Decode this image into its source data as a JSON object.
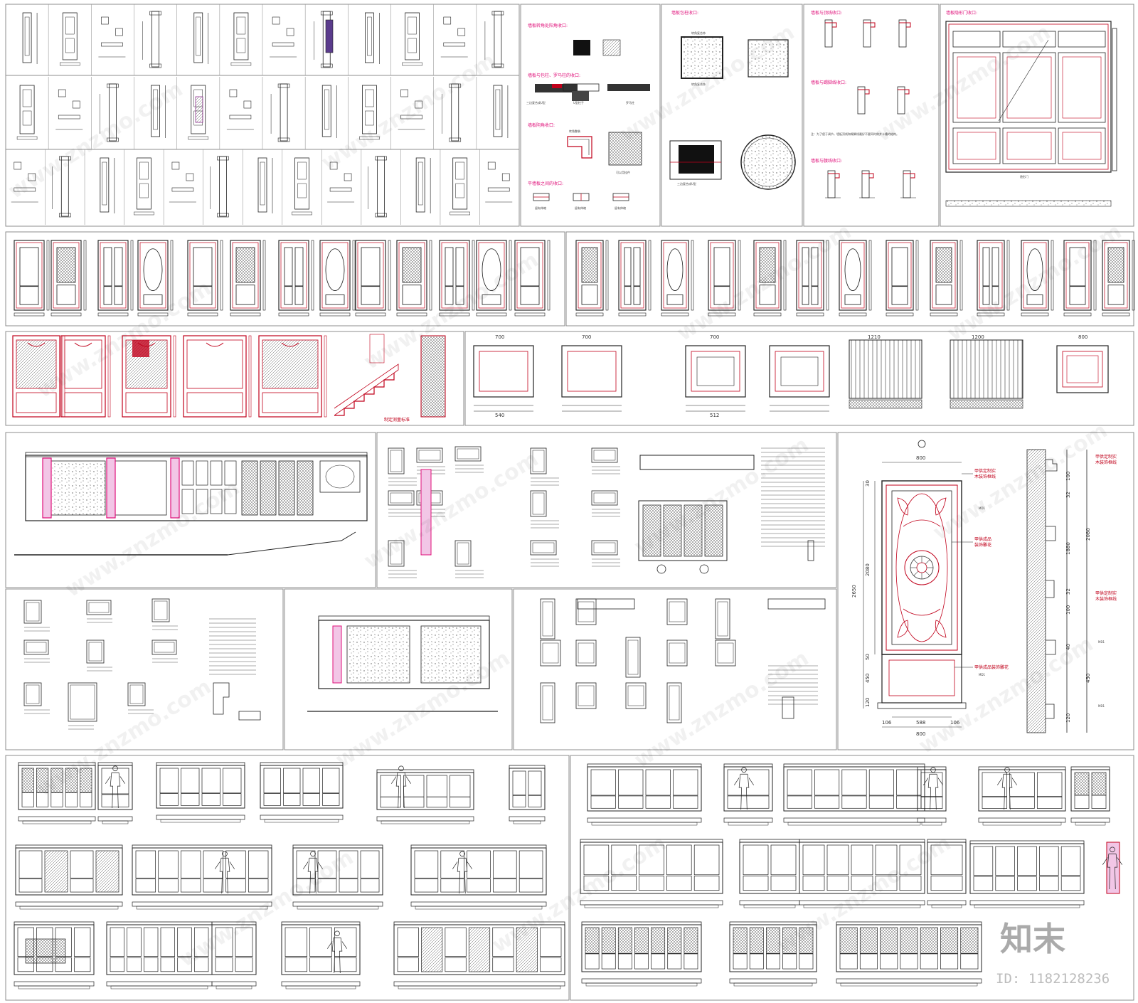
{
  "labels": {
    "p2_a": "墙板转角处阳角收口:",
    "p2_b": "墙板与包柱、罗马柱的收口:",
    "p2_c": "墙板阴角收口:",
    "p2_d": "平墙板之间的收口:",
    "p2_s1": "三边复合成U型",
    "p2_s2": "U型柱子",
    "p2_s3": "罗马柱",
    "p2_s4": "转角整装",
    "p2_s5": "可以用挂件",
    "p2_s6": "留有伸缩",
    "p3_a": "墙板包柱收口:",
    "p3_b": "转角复合饰",
    "p3_c": "三边复合成U型",
    "p4_a": "墙板与顶线收口:",
    "p4_b": "墙板与踢脚线收口:",
    "p4_c": "墙板与腰线收口:",
    "p4_note": "注：为了便于调节，墙板顶线和踢脚线最好不要同时做并卡槽的结构。",
    "p5_a": "墙板隐形门收口:",
    "p5_b": "隐形门",
    "stair": "制定测量标准",
    "cab_note1": "甲供定制实",
    "cab_note1b": "木装饰框线",
    "cab_note2": "甲供成品",
    "cab_note2b": "装饰雕花",
    "cab_note3": "甲供成品装饰雕花",
    "md": "MD1"
  },
  "dims": {
    "top800": "800",
    "bot800": "800",
    "bot588": "588",
    "bot106a": "106",
    "bot106b": "106",
    "h2650": "2650",
    "h2080": "2080",
    "h450": "450",
    "h120": "120",
    "h50": "50",
    "h30": "30",
    "r100a": "100",
    "r32a": "32",
    "r1880": "1880",
    "r2080": "2080",
    "r32b": "32",
    "r100b": "100",
    "r40": "40",
    "r450": "450",
    "r120": "120",
    "d700a": "700",
    "d700b": "700",
    "d700c": "700",
    "d1210": "1210",
    "d1200": "1200",
    "d800": "800",
    "d540": "540",
    "d512": "512"
  },
  "watermark": "www.znzmo.com",
  "brand_text": "知末",
  "id_text": "ID: 1182128236",
  "colors": {
    "line": "#1a1a1a",
    "red": "#c0001a",
    "magenta": "#e0107a",
    "frame": "#8c8c8c"
  }
}
